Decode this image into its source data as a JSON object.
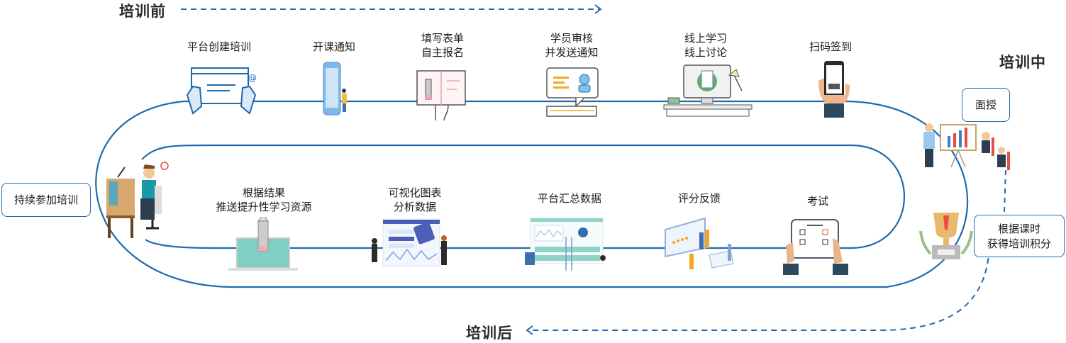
{
  "phases": {
    "before": "培训前",
    "during": "培训中",
    "after": "培训后"
  },
  "top_steps": [
    {
      "label": "平台创建培训",
      "icon": "hands-laptop-icon"
    },
    {
      "label": "开课通知",
      "icon": "phone-notification-icon"
    },
    {
      "label": "填写表单\n自主报名",
      "icon": "form-book-icon"
    },
    {
      "label": "学员审核\n并发送通知",
      "icon": "chat-profile-icon"
    },
    {
      "label": "线上学习\n线上讨论",
      "icon": "desktop-computer-icon"
    },
    {
      "label": "扫码签到",
      "icon": "qr-scan-phone-icon"
    }
  ],
  "bottom_steps": [
    {
      "label": "根据结果\n推送提升性学习资源",
      "icon": "rocket-laptop-icon"
    },
    {
      "label": "可视化图表\n分析数据",
      "icon": "chart-analysis-icon"
    },
    {
      "label": "平台汇总数据",
      "icon": "dashboard-icon"
    },
    {
      "label": "评分反馈",
      "icon": "rating-screen-icon"
    },
    {
      "label": "考试",
      "icon": "exam-tablet-icon"
    }
  ],
  "callouts": {
    "face_to_face": "面授",
    "credits": "根据课时\n获得培训积分",
    "continue": "持续参加培训"
  },
  "colors": {
    "track": "#1f6aad",
    "accent_orange": "#f5a623",
    "accent_teal": "#6cc5b5"
  }
}
